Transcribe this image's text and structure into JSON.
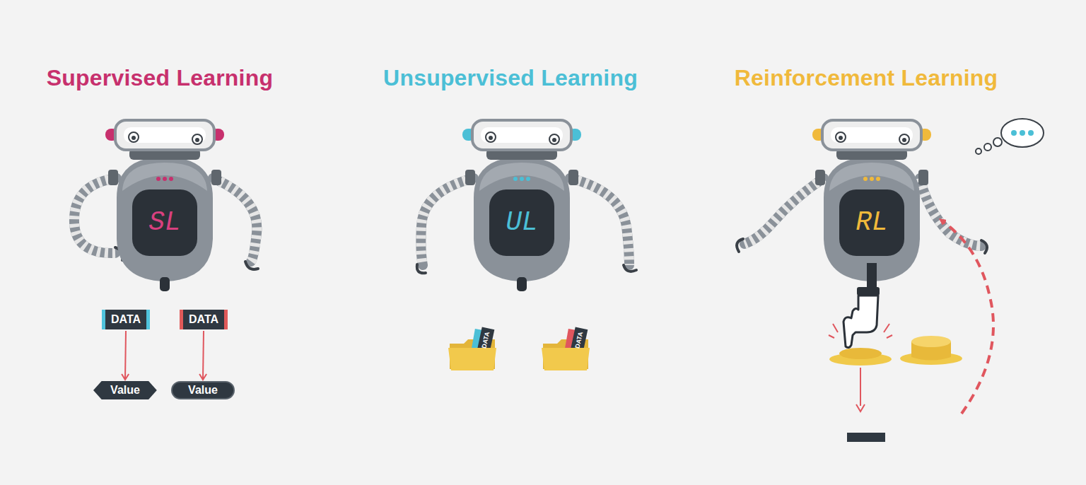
{
  "diagram": {
    "nodes": [
      {
        "text": [
          "DATA"
        ]
      },
      {
        "text": [
          "DATA"
        ]
      },
      {
        "text": [
          "Value"
        ]
      },
      {
        "text": [
          "Value"
        ]
      }
    ],
    "edges": [
      {
        "from": 0,
        "to": 2,
        "arrow": "to"
      },
      {
        "from": 1,
        "to": 3,
        "arrow": "to"
      }
    ],
    "labels": [
      "Supervised Learning",
      "Unsupervised Learning",
      "Reinforcement Learning",
      "SL",
      "UL",
      "RL",
      "DATA",
      "DATA"
    ]
  }
}
